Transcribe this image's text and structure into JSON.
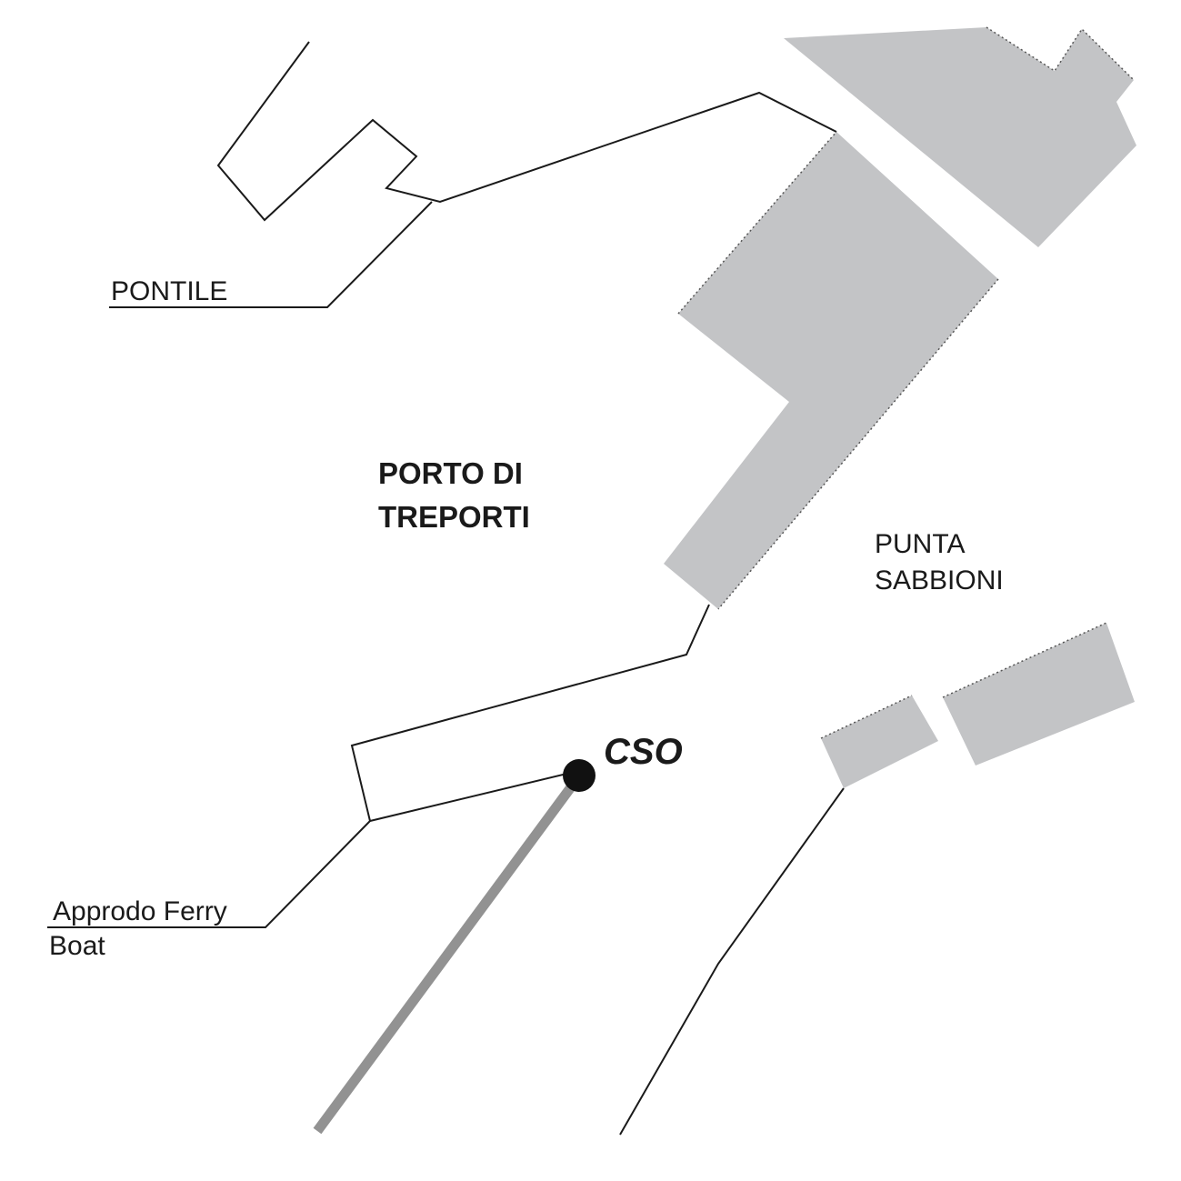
{
  "labels": {
    "pontile": "PONTILE",
    "porto_line1": "PORTO DI",
    "porto_line2": "TREPORTI",
    "punta_line1": "PUNTA",
    "punta_line2": "SABBIONI",
    "ferry_line1": "Approdo Ferry",
    "ferry_line2": "Boat",
    "cso": "CSO"
  },
  "colors": {
    "building": "#c3c4c6",
    "pipeline": "#929292",
    "cso_marker": "#111111",
    "line": "#1a1a1a"
  }
}
